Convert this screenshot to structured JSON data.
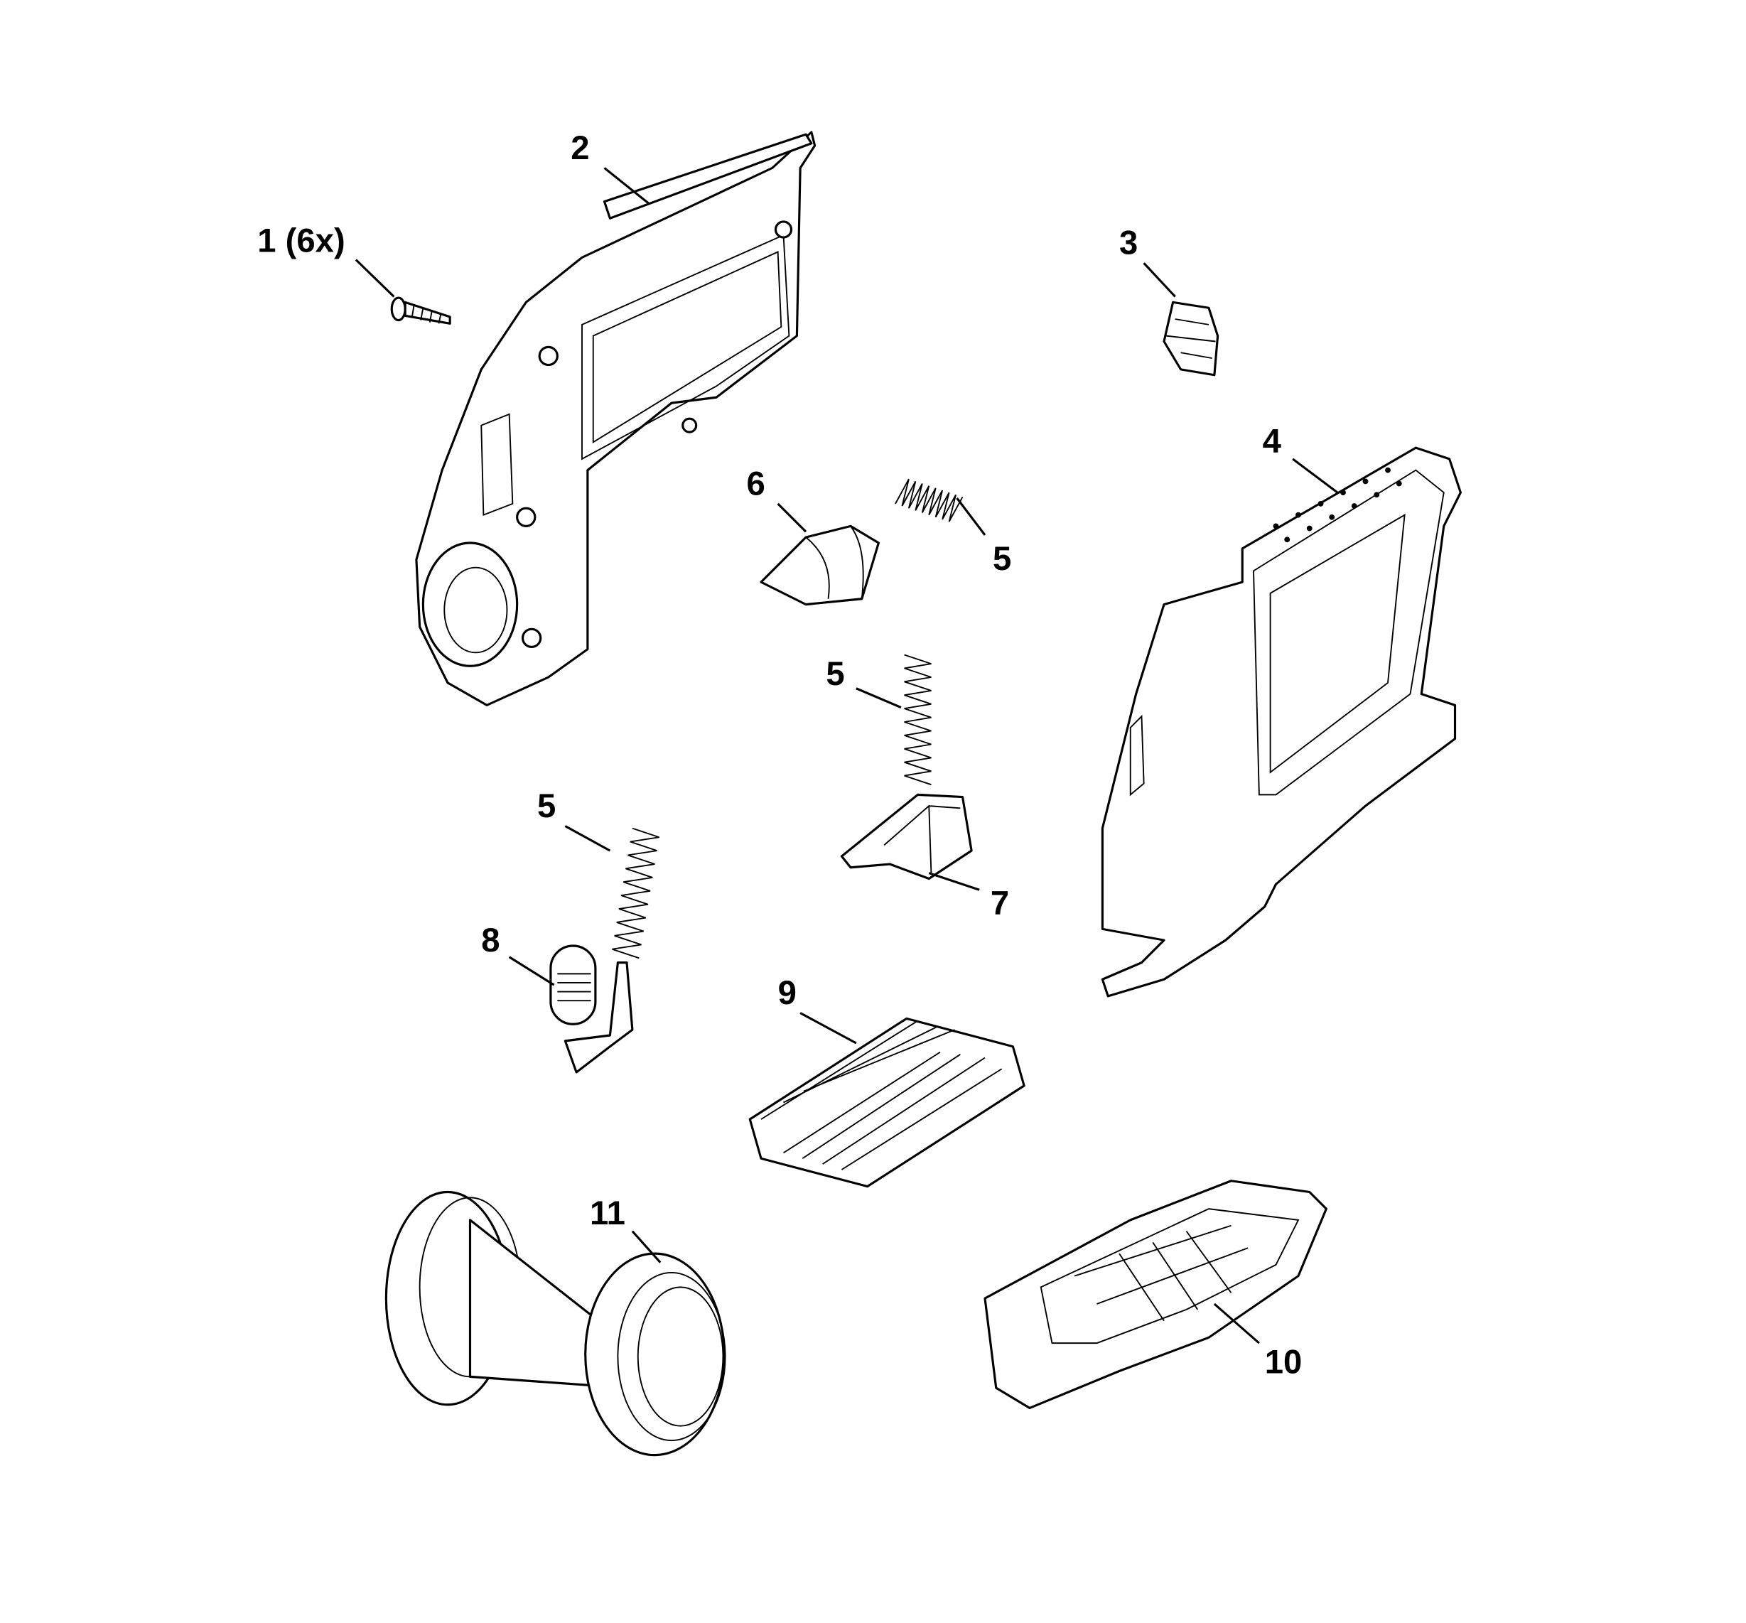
{
  "diagram": {
    "type": "exploded-parts-view",
    "callouts": [
      {
        "label": "1 (6x)",
        "part": "screw"
      },
      {
        "label": "2",
        "part": "left-housing"
      },
      {
        "label": "3",
        "part": "clip"
      },
      {
        "label": "4",
        "part": "right-handle-housing"
      },
      {
        "label": "5",
        "part": "spring"
      },
      {
        "label": "5",
        "part": "spring"
      },
      {
        "label": "5",
        "part": "spring"
      },
      {
        "label": "6",
        "part": "trigger-cap"
      },
      {
        "label": "7",
        "part": "latch"
      },
      {
        "label": "8",
        "part": "switch-button"
      },
      {
        "label": "9",
        "part": "battery-pack"
      },
      {
        "label": "10",
        "part": "bottom-cover"
      },
      {
        "label": "11",
        "part": "wheel-assembly"
      }
    ]
  }
}
